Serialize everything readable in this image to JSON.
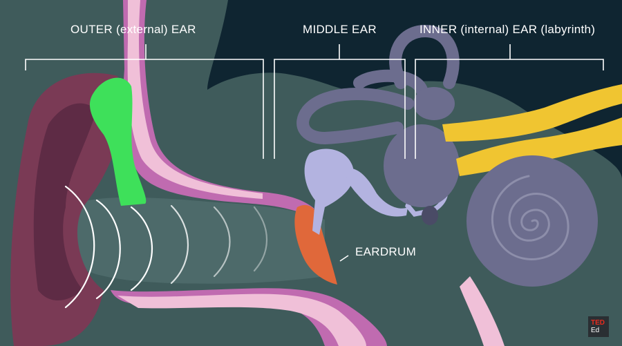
{
  "labels": {
    "outer": "OUTER (external) EAR",
    "middle": "MIDDLE EAR",
    "inner": "INNER (internal) EAR (labyrinth)",
    "eardrum": "EARDRUM"
  },
  "logo": {
    "brand": "TED",
    "sub": "Ed"
  },
  "colors": {
    "background": "#0f2531",
    "tissue": "#3f5b5b",
    "canal": "#4d6a6a",
    "skin": "#c06bb0",
    "skin_light": "#f0c0d8",
    "pinna": "#7a3a55",
    "cartilage": "#3ee05a",
    "eardrum": "#e0683a",
    "ossicles": "#b3b3e0",
    "inner_ear": "#6c6d8e",
    "nerve": "#f0c531",
    "sound_waves": "#ffffff",
    "bracket": "#ffffff"
  }
}
